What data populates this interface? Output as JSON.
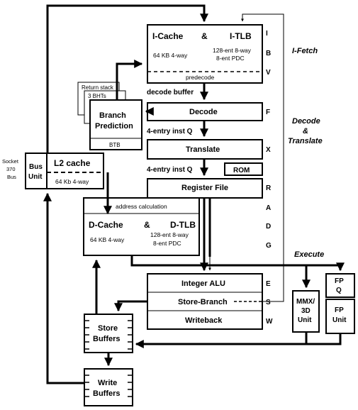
{
  "blocks": {
    "icache": {
      "title_left": "I-Cache",
      "amp": "&",
      "title_right": "I-TLB",
      "detail_left": "64 KB 4-way",
      "detail_right_1": "128-ent 8-way",
      "detail_right_2": "8-ent PDC",
      "predecode": "predecode"
    },
    "decode_buffer": "decode buffer",
    "return_stack": "Return stack",
    "bhts": "3 BHTs",
    "branch_prediction_1": "Branch",
    "branch_prediction_2": "Prediction",
    "btb": "BTB",
    "decode": "Decode",
    "inst_q_1": "4-entry inst Q",
    "translate": "Translate",
    "inst_q_2": "4-entry inst Q",
    "rom": "ROM",
    "register_file": "Register File",
    "socket_1": "Socket",
    "socket_2": "370",
    "socket_3": "Bus",
    "bus_unit_1": "Bus",
    "bus_unit_2": "Unit",
    "l2_title": "L2 cache",
    "l2_detail": "64 Kb 4-way",
    "dcache": {
      "address_calc": "address calculation",
      "title_left": "D-Cache",
      "amp": "&",
      "title_right": "D-TLB",
      "detail_left": "64 KB 4-way",
      "detail_right_1": "128-ent 8-way",
      "detail_right_2": "8-ent PDC"
    },
    "integer_alu": "Integer ALU",
    "store_branch": "Store-Branch",
    "writeback": "Writeback",
    "mmx_1": "MMX/",
    "mmx_2": "3D",
    "mmx_3": "Unit",
    "fpq_1": "FP",
    "fpq_2": "Q",
    "fpunit_1": "FP",
    "fpunit_2": "Unit",
    "store_buffers_1": "Store",
    "store_buffers_2": "Buffers",
    "write_buffers_1": "Write",
    "write_buffers_2": "Buffers"
  },
  "stages": {
    "I": "I",
    "B": "B",
    "V": "V",
    "F": "F",
    "X": "X",
    "R": "R",
    "A": "A",
    "D": "D",
    "G": "G",
    "E": "E",
    "S": "S",
    "W": "W"
  },
  "phases": {
    "ifetch": "I-Fetch",
    "decode_1": "Decode",
    "decode_2": "&",
    "decode_3": "Translate",
    "execute": "Execute"
  }
}
